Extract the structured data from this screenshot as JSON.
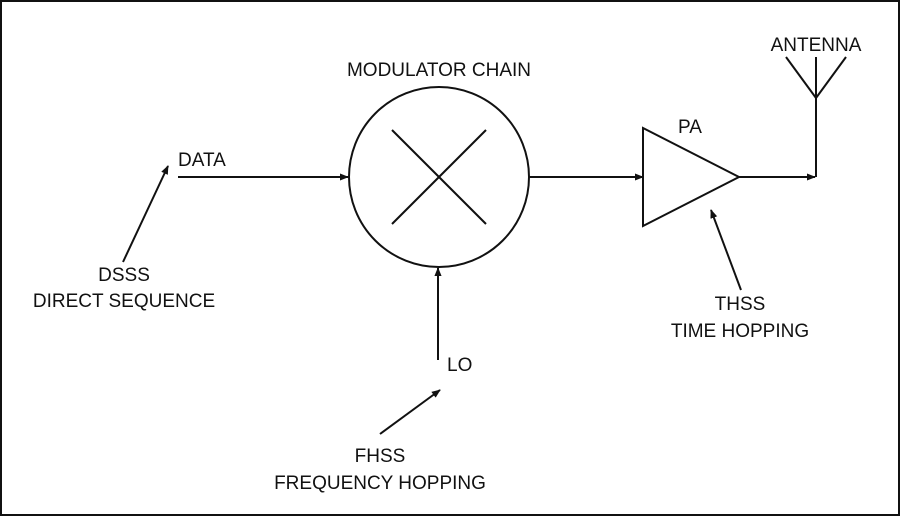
{
  "labels": {
    "modulator": "MODULATOR CHAIN",
    "data": "DATA",
    "pa": "PA",
    "antenna": "ANTENNA",
    "lo": "LO",
    "dsss_line1": "DSSS",
    "dsss_line2": "DIRECT SEQUENCE",
    "thss_line1": "THSS",
    "thss_line2": "TIME HOPPING",
    "fhss_line1": "FHSS",
    "fhss_line2": "FREQUENCY HOPPING"
  },
  "colors": {
    "stroke": "#111111",
    "background": "#ffffff"
  }
}
